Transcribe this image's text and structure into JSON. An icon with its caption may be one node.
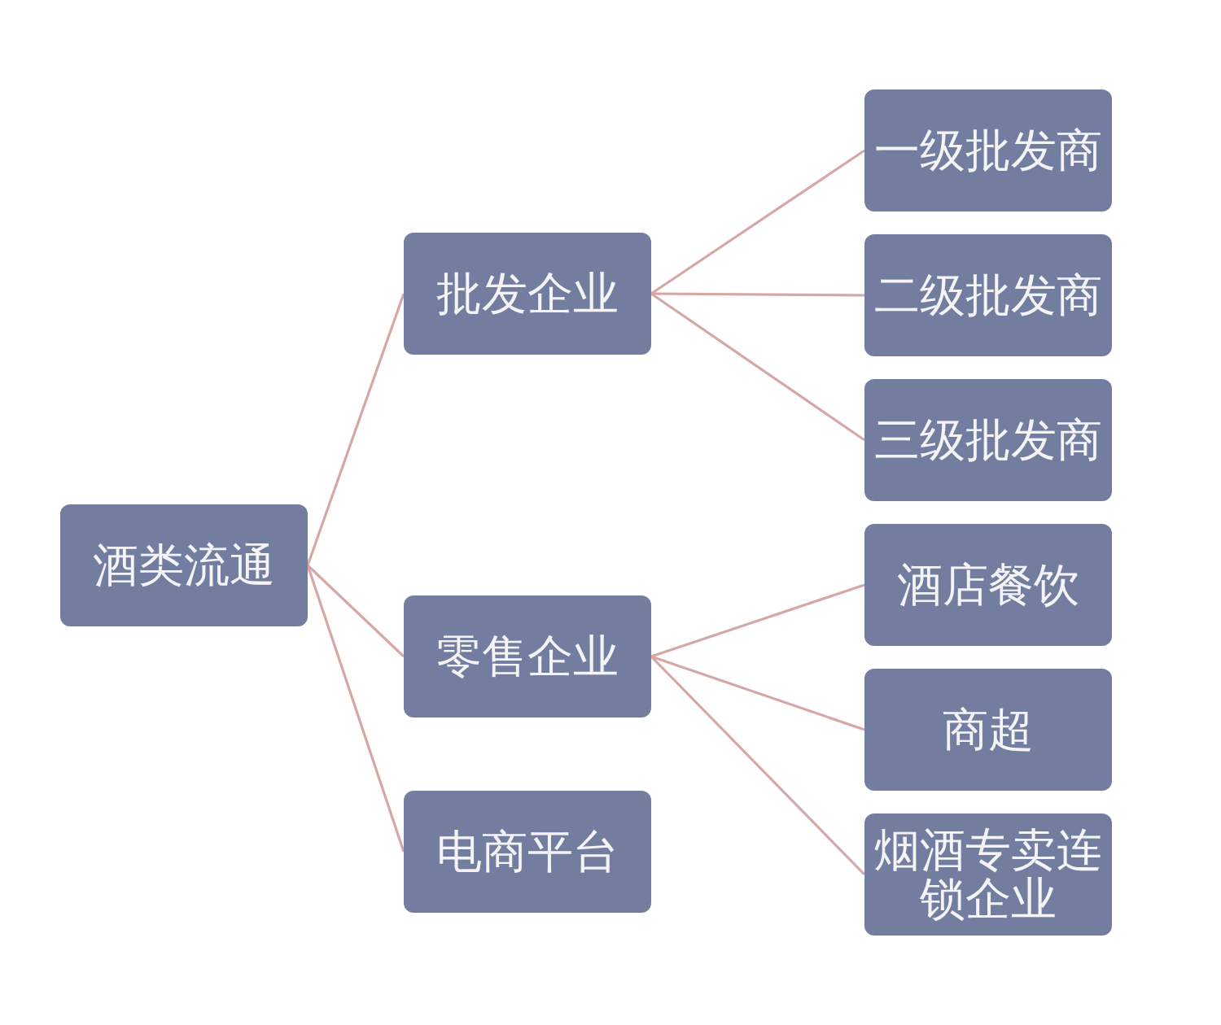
{
  "diagram": {
    "nodes": [
      {
        "text": [
          "酒类流通"
        ]
      },
      {
        "text": [
          "批发企业"
        ]
      },
      {
        "text": [
          "零售企业"
        ]
      },
      {
        "text": [
          "电商平台"
        ]
      },
      {
        "text": [
          "一级批发商"
        ]
      },
      {
        "text": [
          "二级批发商"
        ]
      },
      {
        "text": [
          "三级批发商"
        ]
      },
      {
        "text": [
          "酒店餐饮"
        ]
      },
      {
        "text": [
          "商超"
        ]
      },
      {
        "text": [
          "烟酒专卖连锁企业"
        ]
      }
    ],
    "edges": [
      {
        "from": 0,
        "to": 1,
        "arrow": "none"
      },
      {
        "from": 0,
        "to": 2,
        "arrow": "none"
      },
      {
        "from": 0,
        "to": 3,
        "arrow": "none"
      },
      {
        "from": 1,
        "to": 4,
        "arrow": "none"
      },
      {
        "from": 1,
        "to": 5,
        "arrow": "none"
      },
      {
        "from": 1,
        "to": 6,
        "arrow": "none"
      },
      {
        "from": 2,
        "to": 7,
        "arrow": "none"
      },
      {
        "from": 2,
        "to": 8,
        "arrow": "none"
      },
      {
        "from": 2,
        "to": 9,
        "arrow": "none"
      }
    ]
  }
}
